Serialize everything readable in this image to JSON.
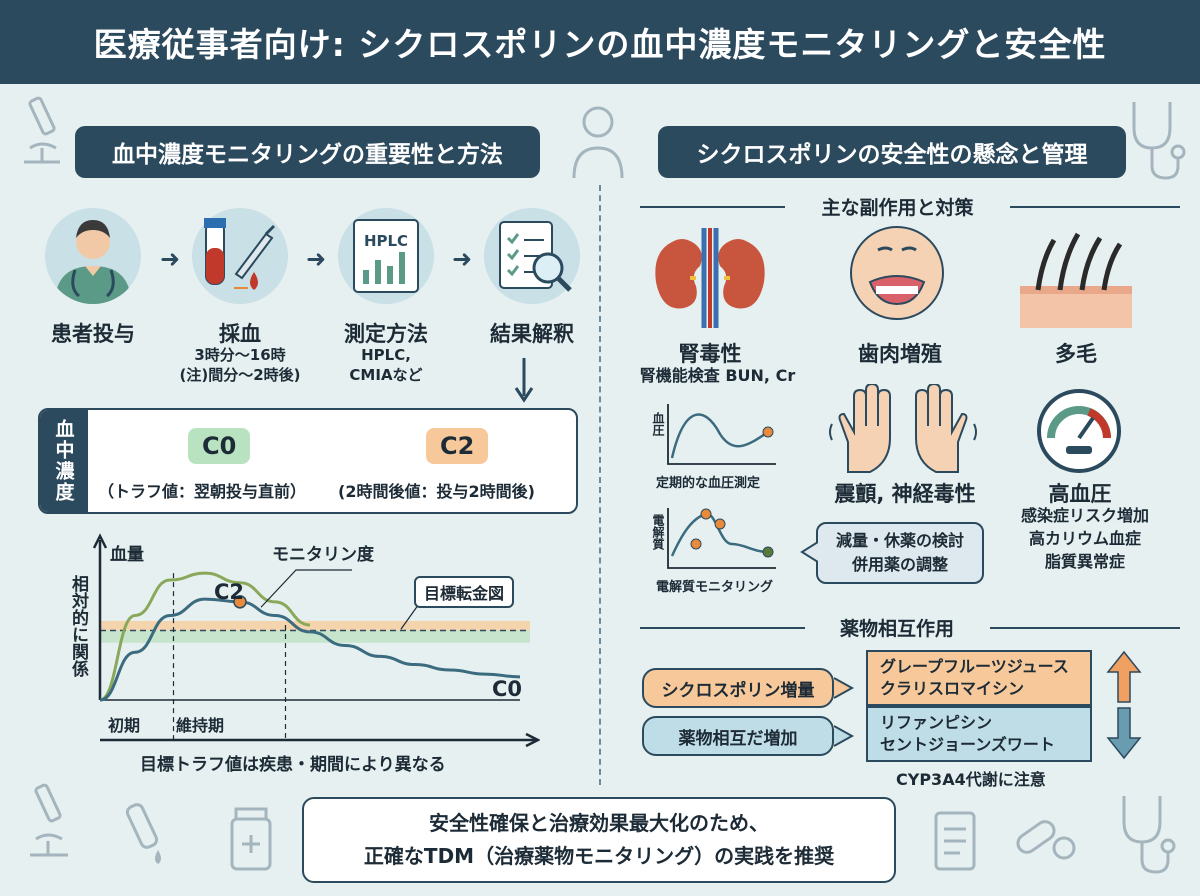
{
  "header": {
    "title": "医療従事者向け: シクロスポリンの血中濃度モニタリングと安全性"
  },
  "left_section": {
    "title": "血中濃度モニタリングの重要性と方法",
    "steps": [
      {
        "label": "患者投与",
        "sub": ""
      },
      {
        "label": "採血",
        "sub": "3時分～16時\n(注)間分～2時後)"
      },
      {
        "label": "測定方法",
        "sub": "HPLC,\nCMIAなど",
        "icon_text": "HPLC"
      },
      {
        "label": "結果解釈",
        "sub": ""
      }
    ],
    "concentration": {
      "side_label": "血中濃度",
      "c0": {
        "badge": "C0",
        "note": "（トラフ値：翌朝投与直前）"
      },
      "c2": {
        "badge": "C2",
        "note": "(2時間後値：投与2時間後)"
      }
    },
    "chart_caption": "目標トラフ値は疾患・期間により異なる"
  },
  "chart_data": {
    "type": "line",
    "ylabel": "相対的に関係",
    "top_label": "血量",
    "x_phase_labels": [
      "初期",
      "維持期"
    ],
    "annotations": {
      "peak_label": "C2",
      "trough_label": "C0",
      "curve_label": "モニタリン度",
      "band_label": "目標転金図"
    },
    "x": [
      0,
      1,
      2,
      3,
      4,
      5,
      6,
      7,
      8,
      9,
      10,
      11,
      12
    ],
    "series": [
      {
        "values": [
          0,
          0.62,
          0.88,
          0.93,
          0.86,
          0.72,
          0.55,
          null,
          null,
          null,
          null,
          null,
          null
        ],
        "color": "#8aa85a"
      },
      {
        "values": [
          0,
          0.35,
          0.62,
          0.74,
          0.72,
          0.62,
          0.5,
          0.4,
          0.32,
          0.26,
          0.22,
          0.19,
          0.17
        ],
        "color": "#3b6b7e"
      }
    ],
    "target_band": [
      0.42,
      0.58
    ],
    "target_line": 0.51,
    "ylim": [
      0,
      1.1
    ],
    "colors": {
      "band_orange": "#f6cfa1",
      "band_green": "#bfe3c6",
      "point": "#e88a3a"
    }
  },
  "right_section": {
    "title": "シクロスポリンの安全性の懸念と管理",
    "side_effects_heading": "主な副作用と対策",
    "kidney": {
      "label": "腎毒性",
      "sub": "腎機能検査 BUN, Cr"
    },
    "gum": {
      "label": "歯肉増殖"
    },
    "hair": {
      "label": "多毛"
    },
    "tremor": {
      "label": "震顫, 神経毒性"
    },
    "bp": {
      "label": "高血圧",
      "subs": [
        "感染症リスク増加",
        "高カリウム血症",
        "脂質異常症"
      ]
    },
    "mini_chart1": {
      "ylabel": "血圧",
      "caption": "定期的な血圧測定"
    },
    "mini_chart2": {
      "ylabel": "電解質",
      "caption": "電解質モニタリング"
    },
    "callout": {
      "line1": "減量・休薬の検討",
      "line2": "併用薬の調整"
    },
    "interactions_heading": "薬物相互作用",
    "interaction_up": {
      "pill": "シクロスポリン増量",
      "line1": "グレープフルーツジュース",
      "line2": "クラリスロマイシン"
    },
    "interaction_down": {
      "pill": "薬物相互だ増加",
      "line1": "リファンピシン",
      "line2": "セントジョーンズワート"
    },
    "cyp_note": "CYP3A4代謝に注意"
  },
  "footer": {
    "line1": "安全性確保と治療効果最大化のため、",
    "line2": "正確なTDM（治療薬物モニタリング）の実践を推奨"
  },
  "colors": {
    "primary": "#2c4a5e",
    "background": "#e6f0f1",
    "c0_badge": "#b9e2c1",
    "c2_badge": "#f6c89a",
    "pill_orange": "#f6c89a",
    "pill_blue": "#bfdde6",
    "arrow_up": "#f0a060",
    "arrow_down": "#6a9cb0"
  }
}
